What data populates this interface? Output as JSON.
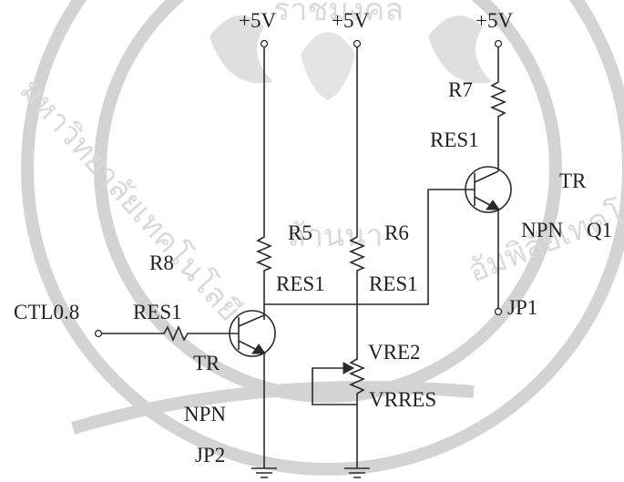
{
  "supply_label": "+5V",
  "components": {
    "r5": {
      "name": "R5",
      "type": "RES1"
    },
    "r6": {
      "name": "R6",
      "type": "RES1"
    },
    "r7": {
      "name": "R7",
      "type": "RES1"
    },
    "r8": {
      "name": "R8",
      "type": "RES1"
    },
    "vr": {
      "name": "VRE2",
      "type": "VRRES"
    },
    "q_left": {
      "kind": "TR",
      "polarity": "NPN",
      "pin": "JP2"
    },
    "q_right": {
      "kind": "TR",
      "polarity": "NPN",
      "designator": "Q1",
      "pin": "JP1"
    }
  },
  "input_label": "CTL0.8",
  "watermark": {
    "top_arc_text": "ราชมงคล",
    "left_arc_text": "มหาวิทยาลัยเทคโนโลยี",
    "right_arc_text": "อัมพิลัยเทคโนโลยี",
    "center_text": "ล้านนา"
  },
  "colors": {
    "ink": "#2a2a2a",
    "watermark": "#d0d0d0",
    "background": "#ffffff"
  }
}
